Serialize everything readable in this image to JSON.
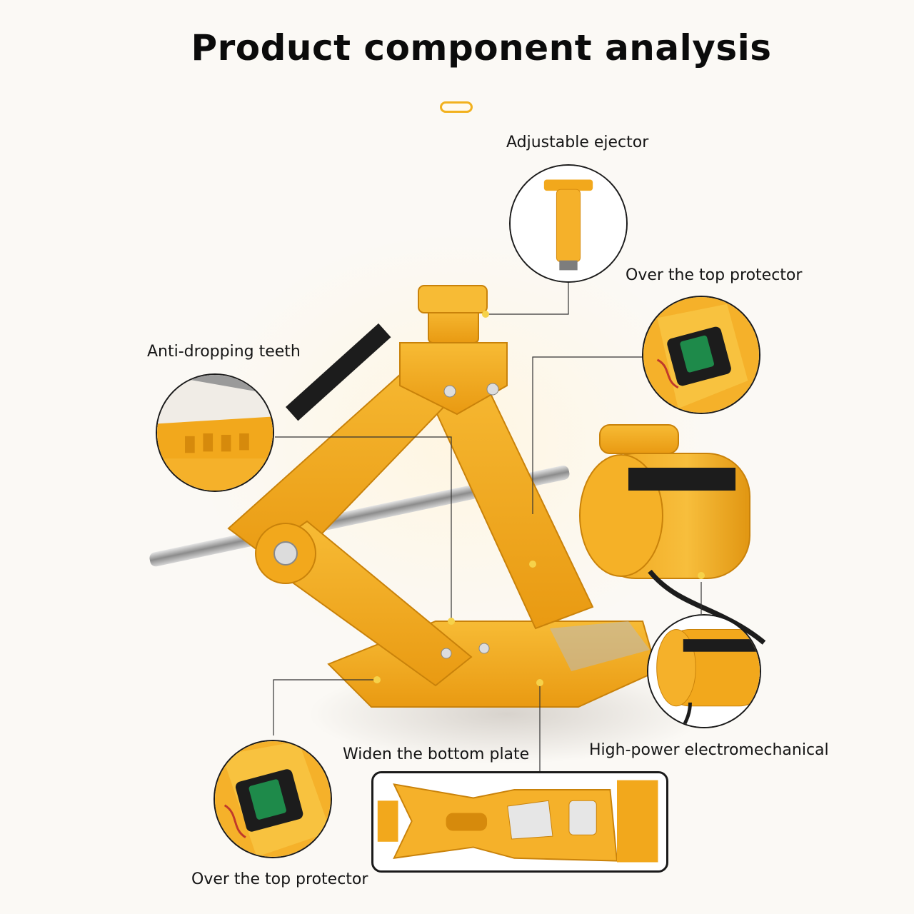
{
  "page": {
    "title": "Product component analysis"
  },
  "callouts": {
    "adjustable_ejector": "Adjustable ejector",
    "over_top_protector_right": "Over the top protector",
    "anti_dropping_teeth": "Anti-dropping teeth",
    "widen_bottom_plate": "Widen the bottom plate",
    "high_power": "High-power electromechanical",
    "over_top_protector_bottom": "Over the top protector"
  },
  "colors": {
    "jack_yellow": "#f2a81c",
    "jack_shadow": "#d68a0c",
    "accent_pill": "#f2b11e",
    "text": "#151515"
  }
}
